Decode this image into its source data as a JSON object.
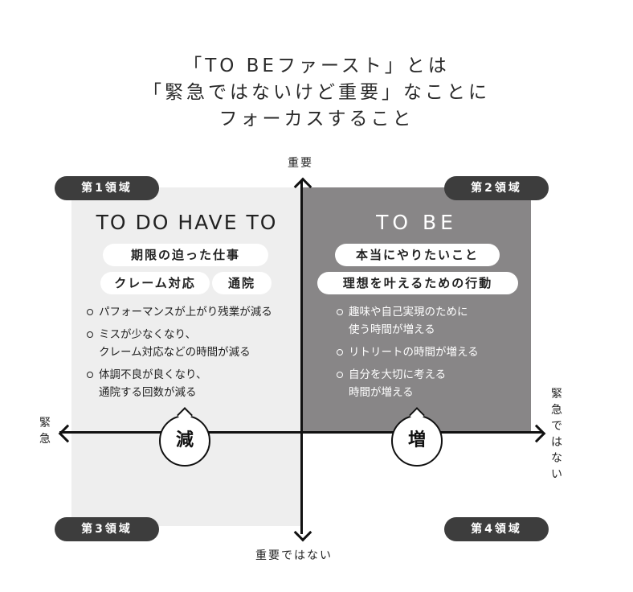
{
  "title": {
    "line1": "「TO BEファースト」とは",
    "line2": "「緊急ではないけど重要」なことに",
    "line3": "フォーカスすること"
  },
  "axes": {
    "top": "重要",
    "bottom": "重要ではない",
    "left": "緊急",
    "right": "緊急ではない"
  },
  "regions": {
    "q1": "第1領域",
    "q2": "第2領域",
    "q3": "第3領域",
    "q4": "第4領域"
  },
  "left_quadrant": {
    "title": "TO DO HAVE TO",
    "pills": [
      "期限の迫った仕事",
      "クレーム対応",
      "通院"
    ],
    "bullets": [
      [
        "パフォーマンスが上がり残業が減る"
      ],
      [
        "ミスが少なくなり、",
        "クレーム対応などの時間が減る"
      ],
      [
        "体調不良が良くなり、",
        "通院する回数が減る"
      ]
    ],
    "badge": "減"
  },
  "right_quadrant": {
    "title": "TO BE",
    "pills": [
      "本当にやりたいこと",
      "理想を叶えるための行動"
    ],
    "bullets": [
      [
        "趣味や自己実現のために",
        "使う時間が増える"
      ],
      [
        "リトリートの時間が増える"
      ],
      [
        "自分を大切に考える",
        "時間が増える"
      ]
    ],
    "badge": "増"
  },
  "colors": {
    "left_bg": "#eeeeee",
    "right_bg": "#888687",
    "badge_dark": "#3d3d3d",
    "axis": "#111111"
  }
}
